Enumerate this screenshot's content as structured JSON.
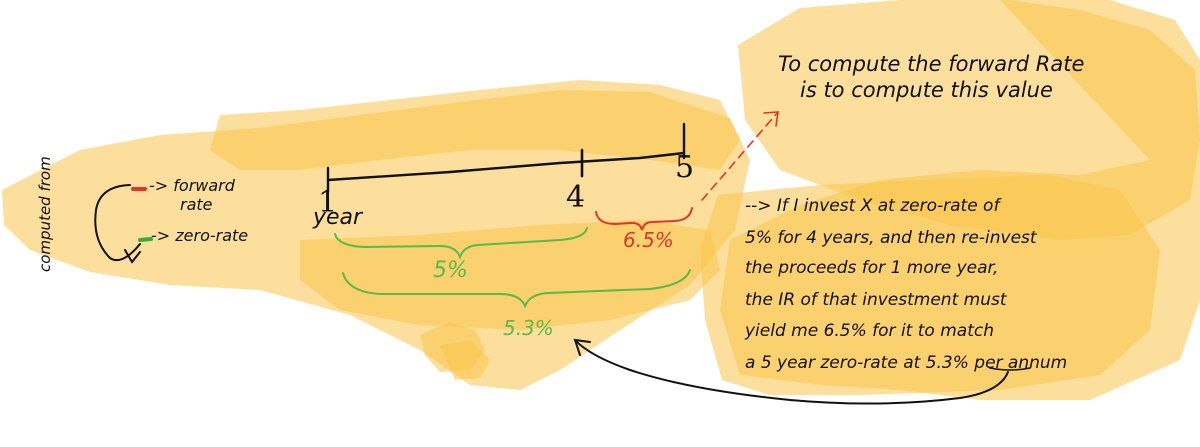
{
  "note": {
    "title_line1": "To compute the forward Rate",
    "title_line2": "is to compute this value"
  },
  "timeline": {
    "tick_1": "1",
    "tick_1_unit": "year",
    "tick_4": "4",
    "tick_5": "5"
  },
  "legend": {
    "forward_label_line1": "-> forward",
    "forward_label_line2": "rate",
    "zero_label": "-> zero-rate",
    "computed_from": "computed from",
    "forward_color": "#e0342c",
    "zero_color": "#3aa83a"
  },
  "rates": {
    "forward": "6.5%",
    "zero_4yr": "5%",
    "zero_5yr": "5.3%",
    "forward_color": "#d9372b",
    "zero_color": "#5ab94a"
  },
  "explanation": {
    "line1": "--> If I invest X at zero-rate of",
    "line2": "5% for 4 years, and then re-invest",
    "line3": "the proceeds for 1 more year,",
    "line4": "the IR of that investment must",
    "line5": "yield me 6.5% for it to match",
    "line6": "a 5 year zero-rate at 5.3% per annum"
  }
}
